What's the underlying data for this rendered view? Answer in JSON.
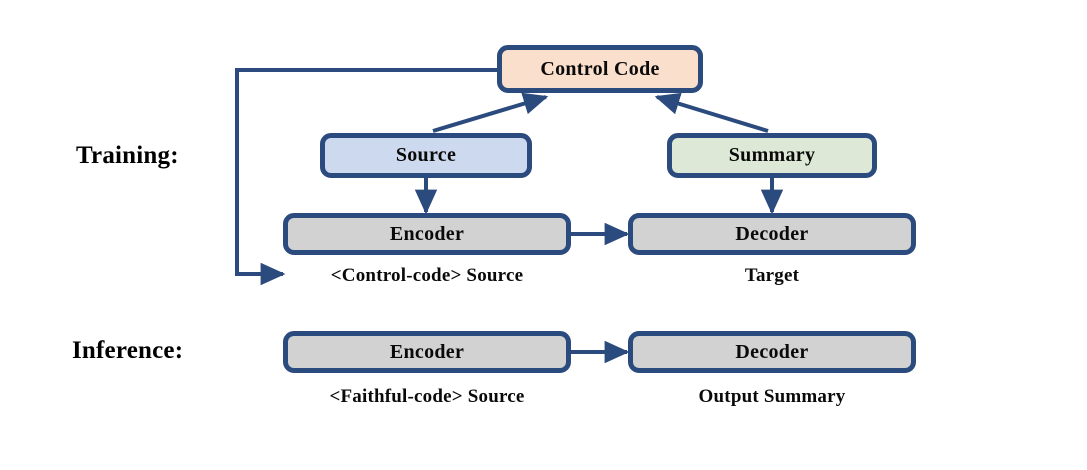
{
  "figure": {
    "rows": [
      {
        "id": "training",
        "label": "Training:"
      },
      {
        "id": "inference",
        "label": "Inference:"
      }
    ],
    "nodes": {
      "control_code": {
        "label": "Control Code",
        "fill": "#fbdfcd"
      },
      "source": {
        "label": "Source",
        "fill": "#cdd9ee"
      },
      "summary": {
        "label": "Summary",
        "fill": "#dde9d6"
      },
      "train_encoder": {
        "label": "Encoder",
        "fill": "#d2d2d2"
      },
      "train_decoder": {
        "label": "Decoder",
        "fill": "#d2d2d2"
      },
      "infer_encoder": {
        "label": "Encoder",
        "fill": "#d2d2d2"
      },
      "infer_decoder": {
        "label": "Decoder",
        "fill": "#d2d2d2"
      }
    },
    "captions": {
      "train_encoder_caption": "<Control-code> Source",
      "train_decoder_caption": "Target",
      "infer_encoder_caption": "<Faithful-code> Source",
      "infer_decoder_caption": "Output Summary"
    },
    "colors": {
      "stroke": "#2b4a7d",
      "text": "#0a0a0a",
      "background": "#ffffff"
    }
  }
}
